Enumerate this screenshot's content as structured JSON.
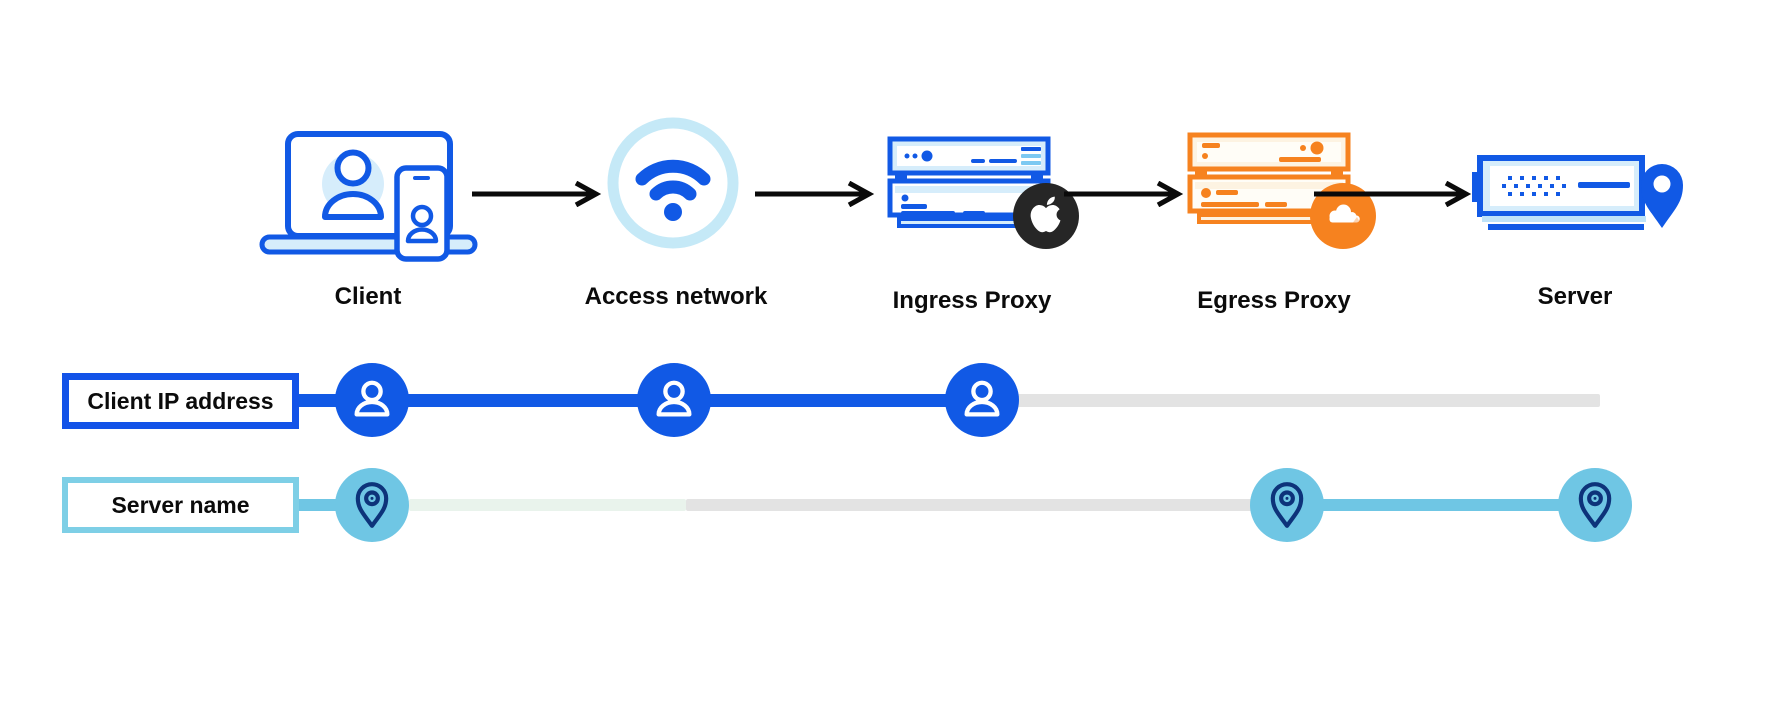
{
  "flow": {
    "nodes": [
      {
        "id": "client",
        "label": "Client",
        "icon": "laptop-phone-user-icon"
      },
      {
        "id": "access-network",
        "label": "Access network",
        "icon": "wifi-icon"
      },
      {
        "id": "ingress-proxy",
        "label": "Ingress Proxy",
        "icon": "server-stack-icon",
        "badge": "apple-logo-icon"
      },
      {
        "id": "egress-proxy",
        "label": "Egress Proxy",
        "icon": "server-stack-icon",
        "badge": "cloudflare-logo-icon"
      },
      {
        "id": "server",
        "label": "Server",
        "icon": "server-location-pin-icon"
      }
    ]
  },
  "timelines": [
    {
      "id": "client-ip",
      "label": "Client IP address",
      "marker_icon": "person-icon",
      "visible_segments": "client through ingress proxy"
    },
    {
      "id": "server-name",
      "label": "Server name",
      "marker_icon": "location-pin-icon",
      "visible_segments": "client, egress proxy through server"
    }
  ],
  "colors": {
    "primary_blue": "#1159e5",
    "box_border_blue": "#1353e8",
    "sky_blue": "#6fc6e4",
    "sky_border": "#7ecfe6",
    "pale_blue_fill": "#d6edfb",
    "wifi_ring": "#c5e9f7",
    "orange": "#f6821f",
    "pale_cream_fill": "#fdf3e2",
    "badge_black": "#262626",
    "line_gray": "#e3e3e3",
    "line_mint": "#e9f3ec",
    "pin_navy": "#0d337a",
    "arrow_black": "#0a0a0a",
    "text_black": "#0b0b0b"
  }
}
